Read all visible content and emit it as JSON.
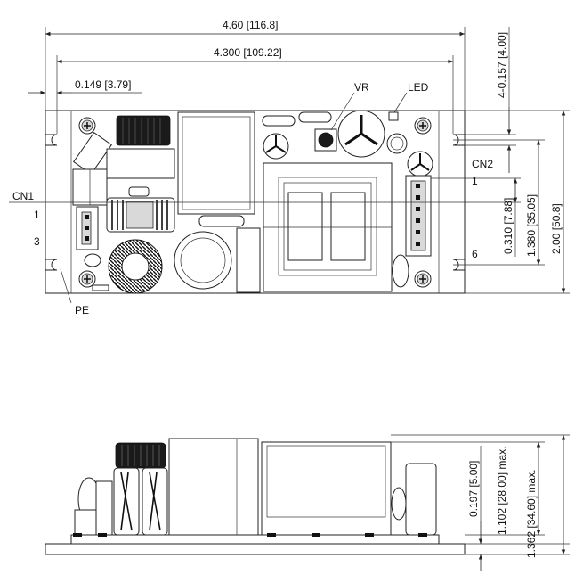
{
  "dimensions": {
    "overall_length": {
      "inch": "4.60",
      "mm": "116.8"
    },
    "hole_pitch_x": {
      "inch": "4.300",
      "mm": "109.22"
    },
    "hole_offset": {
      "inch": "0.149",
      "mm": "3.79"
    },
    "hole_spec": {
      "inch": "4-0.157",
      "mm": "4.00"
    },
    "overall_width": {
      "inch": "2.00",
      "mm": "50.8"
    },
    "hole_pitch_y": {
      "inch": "1.380",
      "mm": "35.05"
    },
    "cn2_offset": {
      "inch": "0.310",
      "mm": "7.88"
    },
    "standoff": {
      "inch": "0.197",
      "mm": "5.00"
    },
    "component_height": {
      "inch": "1.102",
      "mm": "28.00",
      "suffix": "max."
    },
    "total_height": {
      "inch": "1.362",
      "mm": "34.60",
      "suffix": "max."
    }
  },
  "labels": {
    "vr": "VR",
    "led": "LED",
    "cn1": "CN1",
    "cn1_pin_first": "1",
    "cn1_pin_last": "3",
    "cn2": "CN2",
    "cn2_pin_first": "1",
    "cn2_pin_last": "6",
    "pe": "PE"
  }
}
